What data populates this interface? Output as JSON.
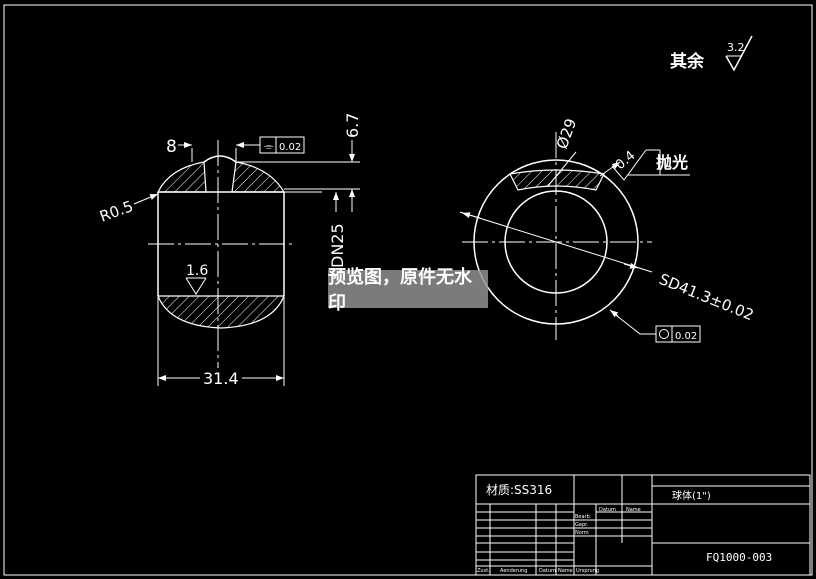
{
  "surface_finish": {
    "label": "其余",
    "value": "3.2"
  },
  "left_view": {
    "dim_top_width": "8",
    "flatness_symbol": "⌯",
    "flatness_tol": "0.02",
    "dim_depth": "6.7",
    "radius": "R0.5",
    "nominal": "DN25",
    "roughness": "1.6",
    "dim_width": "31.4"
  },
  "right_view": {
    "dim_hole": "Ø29",
    "roughness": "0.4",
    "polish": "抛光",
    "sphere_dia": "SD41.3±0.02",
    "roundness_tol": "0.02"
  },
  "watermark": "预览图，原件无水印",
  "title_block": {
    "material": "材质:SS316",
    "part_name": "球体(1\")",
    "drawing_no": "FQ1000-003",
    "datum_label": "Datum",
    "name_label": "Name",
    "bearb_label": "Bearb.",
    "gepr_label": "Gepr.",
    "norm_label": "Norm",
    "zust_label": "Zust.",
    "aenderung_label": "Aenderung",
    "datum2_label": "Datum",
    "name2_label": "Name",
    "ursprung_label": "Ursprung"
  }
}
